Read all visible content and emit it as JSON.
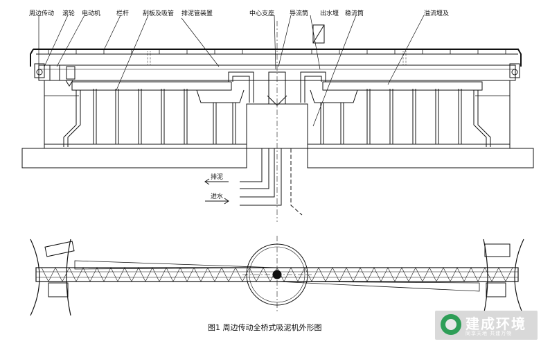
{
  "labels": {
    "l1": "周边传动",
    "l2": "滚轮",
    "l3": "电动机",
    "l4": "栏杆",
    "l5": "刮板及吸管",
    "l6": "排泥管装置",
    "l7": "中心支座",
    "l8": "导流筒",
    "l9": "出水堰",
    "l10": "稳流筒",
    "l11": "溢流堰及"
  },
  "flows": {
    "out": "排泥",
    "in": "进水"
  },
  "caption": "图1 周边传动全桥式吸泥机外形图",
  "watermark": {
    "name": "建成环境",
    "sub": "同享天地 共建万物"
  }
}
